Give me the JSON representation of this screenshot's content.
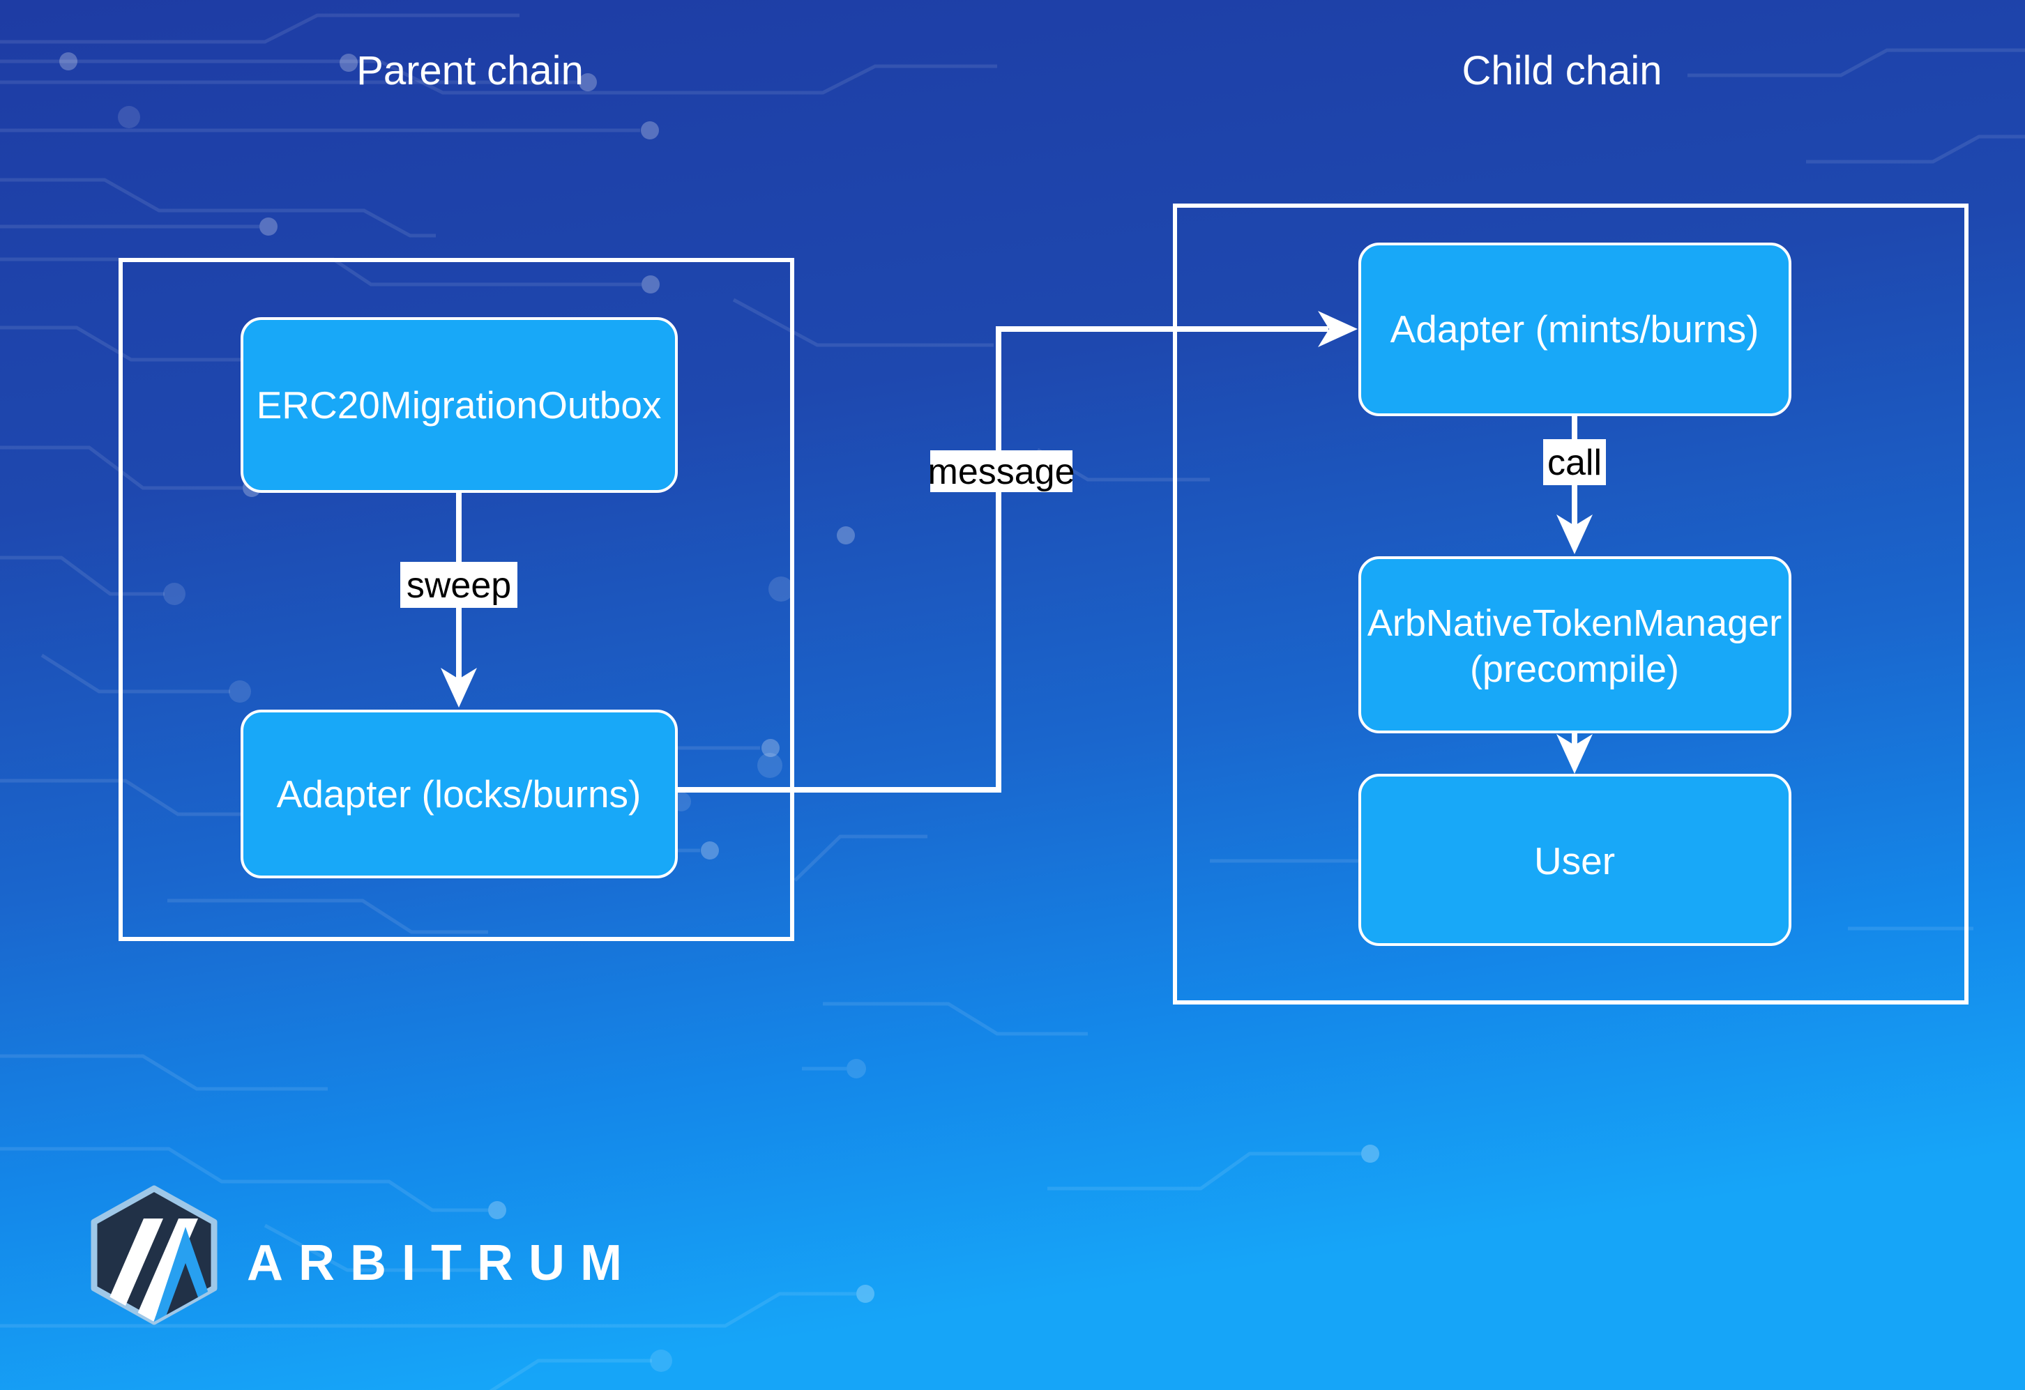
{
  "diagram": {
    "parent_chain": {
      "title": "Parent chain",
      "nodes": {
        "outbox": "ERC20MigrationOutbox",
        "adapter": "Adapter (locks/burns)"
      }
    },
    "child_chain": {
      "title": "Child chain",
      "nodes": {
        "adapter": "Adapter (mints/burns)",
        "token_manager_line1": "ArbNativeTokenManager",
        "token_manager_line2": "(precompile)",
        "user": "User"
      }
    },
    "edge_labels": {
      "sweep": "sweep",
      "message": "message",
      "call": "call"
    }
  },
  "branding": {
    "wordmark": "ARBITRUM",
    "logo_icon": "arbitrum-hexagon-logo"
  },
  "colors": {
    "background_top": "#1e3ca4",
    "background_mid": "#1c55be",
    "background_bottom": "#16a5f8",
    "node_fill": "#18a8f8",
    "node_border": "#ffffff",
    "edge": "#ffffff",
    "edge_label_bg": "#ffffff",
    "edge_label_text": "#000000",
    "logo_navy": "#213147",
    "logo_blue": "#28a0f0",
    "logo_ring": "#9fc8e8"
  }
}
